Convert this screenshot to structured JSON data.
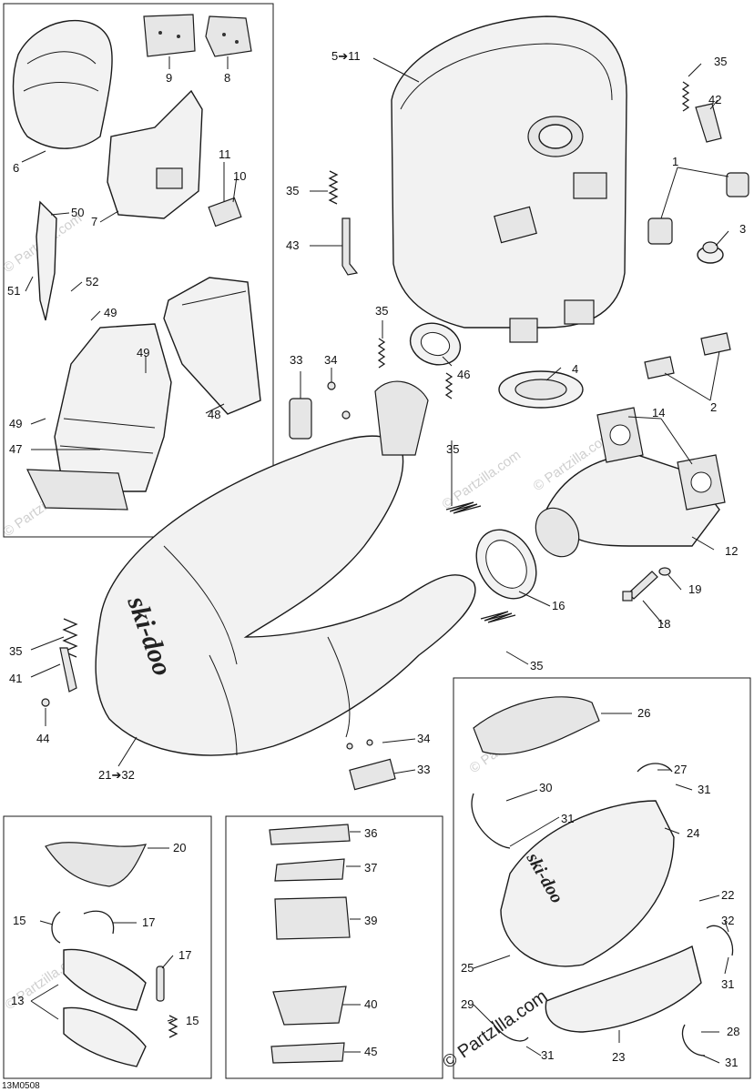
{
  "diagram_code": "13M0508",
  "watermark": "© Partzilla.com",
  "brand_logo": "ski-doo",
  "labels": {
    "l1": "1",
    "l2": "2",
    "l3": "3",
    "l4": "4",
    "l5": "5➔11",
    "l6": "6",
    "l7": "7",
    "l8": "8",
    "l9": "9",
    "l10": "10",
    "l11": "11",
    "l12": "12",
    "l13": "13",
    "l14": "14",
    "l15a": "15",
    "l15b": "15",
    "l16": "16",
    "l17a": "17",
    "l17b": "17",
    "l18": "18",
    "l19": "19",
    "l20": "20",
    "l21": "21➔32",
    "l22": "22",
    "l23": "23",
    "l24": "24",
    "l25": "25",
    "l26": "26",
    "l27": "27",
    "l28": "28",
    "l29": "29",
    "l30": "30",
    "l31a": "31",
    "l31b": "31",
    "l31c": "31",
    "l31d": "31",
    "l31e": "31",
    "l32": "32",
    "l33a": "33",
    "l33b": "33",
    "l34a": "34",
    "l34b": "34",
    "l35a": "35",
    "l35b": "35",
    "l35c": "35",
    "l35d": "35",
    "l35e": "35",
    "l35f": "35",
    "l36": "36",
    "l37": "37",
    "l39": "39",
    "l40": "40",
    "l41": "41",
    "l42": "42",
    "l43": "43",
    "l44": "44",
    "l45": "45",
    "l46": "46",
    "l47": "47",
    "l48": "48",
    "l49a": "49",
    "l49b": "49",
    "l49c": "49",
    "l50": "50",
    "l51": "51",
    "l52": "52"
  }
}
